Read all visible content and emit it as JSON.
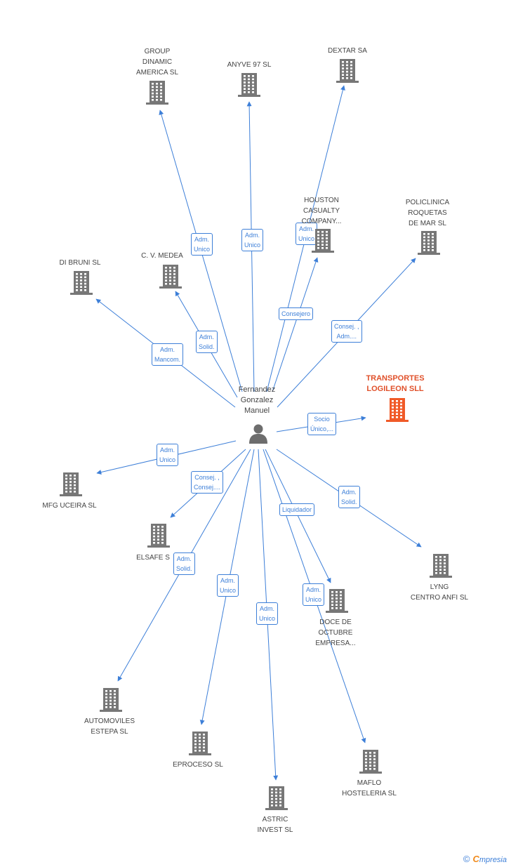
{
  "center": {
    "name": "Fernandez\nGonzalez\nManuel"
  },
  "companies": [
    {
      "id": "group-dinamic",
      "name": "GROUP\nDINAMIC\nAMERICA SL",
      "color": "#777777",
      "role": "Adm.\nUnico"
    },
    {
      "id": "anyve",
      "name": "ANYVE 97 SL",
      "color": "#777777",
      "role": "Adm.\nUnico"
    },
    {
      "id": "dextar",
      "name": "DEXTAR SA",
      "color": "#777777",
      "role": "Adm.\nUnico"
    },
    {
      "id": "houston",
      "name": "HOUSTON\nCASUALTY\nCOMPANY...",
      "color": "#777777",
      "role": "Consejero"
    },
    {
      "id": "policlinica",
      "name": "POLICLINICA\nROQUETAS\nDE MAR SL",
      "color": "#777777",
      "role": "Consej. ,\nAdm...."
    },
    {
      "id": "dibruni",
      "name": "DI BRUNI SL",
      "color": "#777777",
      "role": "Adm.\nMancom."
    },
    {
      "id": "medea",
      "name": "C. V. MEDEA",
      "color": "#777777",
      "role": "Adm.\nSolid."
    },
    {
      "id": "transportes",
      "name": "TRANSPORTES\nLOGILEON SLL",
      "color": "#f05a28",
      "role": "Socio\nÚnico,..."
    },
    {
      "id": "mfg",
      "name": "MFG UCEIRA SL",
      "color": "#777777",
      "role": "Adm.\nUnico"
    },
    {
      "id": "elsafe",
      "name": "ELSAFE S",
      "color": "#777777",
      "role": "Consej. ,\nConsej...."
    },
    {
      "id": "lyng",
      "name": "LYNG\nCENTRO ANFI SL",
      "color": "#777777",
      "role": "Adm.\nSolid."
    },
    {
      "id": "doce",
      "name": "DOCE DE\nOCTUBRE\nEMPRESA...",
      "color": "#777777",
      "role": "Liquidador"
    },
    {
      "id": "automoviles",
      "name": "AUTOMOVILES\nESTEPA SL",
      "color": "#777777",
      "role": "Adm.\nSolid."
    },
    {
      "id": "eproceso",
      "name": "EPROCESO SL",
      "color": "#777777",
      "role": "Adm.\nUnico"
    },
    {
      "id": "astric",
      "name": "ASTRIC\nINVEST SL",
      "color": "#777777",
      "role": "Adm.\nUnico"
    },
    {
      "id": "maflo",
      "name": "MAFLO\nHOSTELERIA SL",
      "color": "#777777",
      "role": "Adm.\nUnico"
    }
  ],
  "footer": {
    "copyright": "©",
    "brand_initial": "C",
    "brand_rest": "mpresia"
  }
}
